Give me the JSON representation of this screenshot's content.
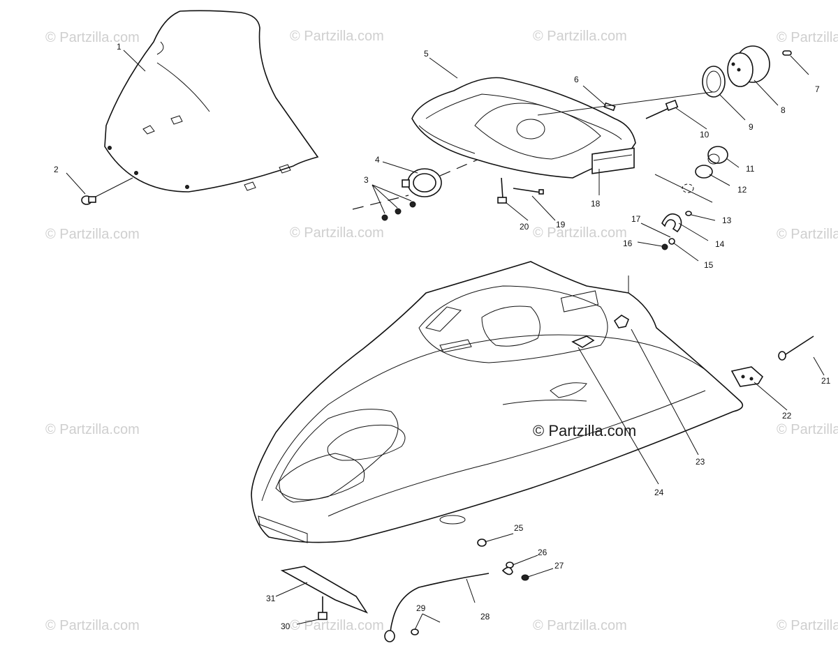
{
  "watermark": "© Partzilla.com",
  "center_watermark": "© Partzilla.com",
  "callouts": [
    "1",
    "2",
    "3",
    "4",
    "5",
    "6",
    "7",
    "8",
    "9",
    "10",
    "11",
    "12",
    "13",
    "14",
    "15",
    "16",
    "17",
    "18",
    "19",
    "20",
    "21",
    "22",
    "23",
    "24",
    "25",
    "26",
    "27",
    "28",
    "29",
    "30",
    "31"
  ]
}
